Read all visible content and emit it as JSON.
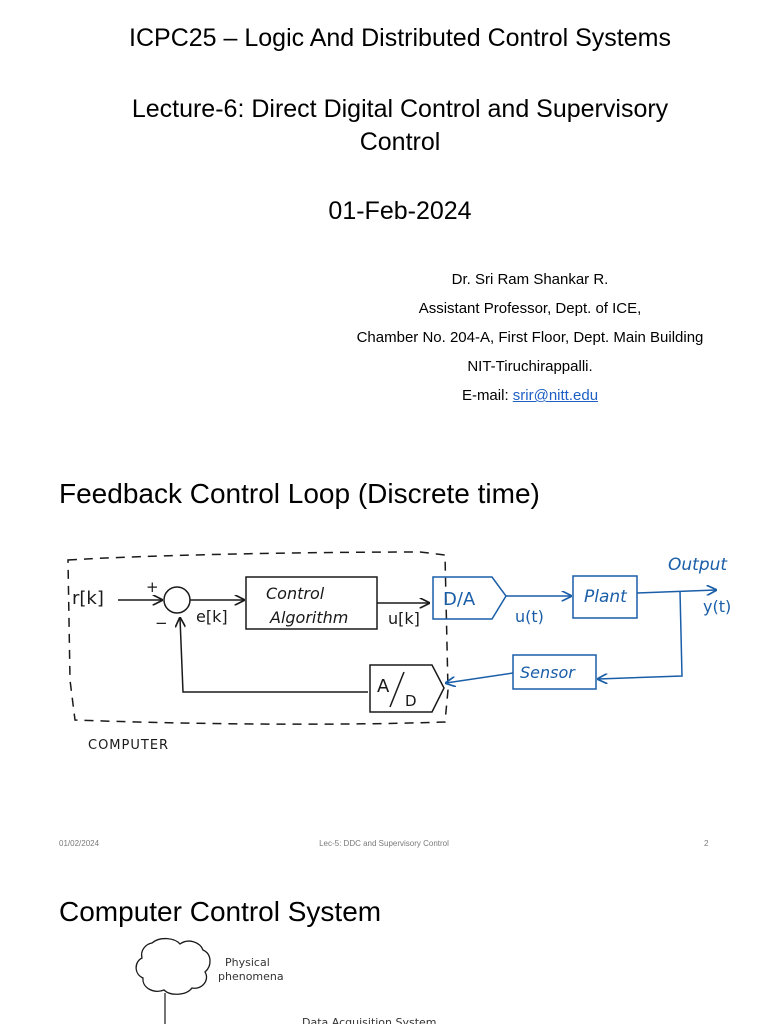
{
  "slide1": {
    "title": "ICPC25 – Logic And Distributed Control Systems",
    "lecture_line1": "Lecture-6:   Direct Digital Control and Supervisory",
    "lecture_line2": "Control",
    "date": "01-Feb-2024",
    "author": {
      "name": "Dr. Sri Ram Shankar R.",
      "position": "Assistant Professor, Dept. of ICE,",
      "office": "Chamber No. 204-A, First Floor, Dept. Main Building",
      "institute": "NIT-Tiruchirappalli.",
      "email_label": "E-mail: ",
      "email": "srir@nitt.edu"
    }
  },
  "slide2": {
    "heading": "Feedback Control Loop (Discrete time)",
    "diagram": {
      "reference": "r[k]",
      "plus": "+",
      "minus": "−",
      "error": "e[k]",
      "controller_line1": "Control",
      "controller_line2": "Algorithm",
      "control_signal": "u[k]",
      "dac": "D/A",
      "continuous_control": "u(t)",
      "plant": "Plant",
      "output_label": "Output",
      "output_signal": "y(t)",
      "sensor": "Sensor",
      "adc_a": "A",
      "adc_d": "D",
      "computer_label": "COMPUTER",
      "ink_blue": "#1a5ea8",
      "ink_black": "#1a1a1a"
    },
    "footer": {
      "date": "01/02/2024",
      "center": "Lec-5: DDC and Supervisory Control",
      "page": "2"
    }
  },
  "slide3": {
    "heading": "Computer Control System",
    "cloud_label_line1": "Physical",
    "cloud_label_line2": "phenomena",
    "box_label": "Data Acquisition System"
  }
}
